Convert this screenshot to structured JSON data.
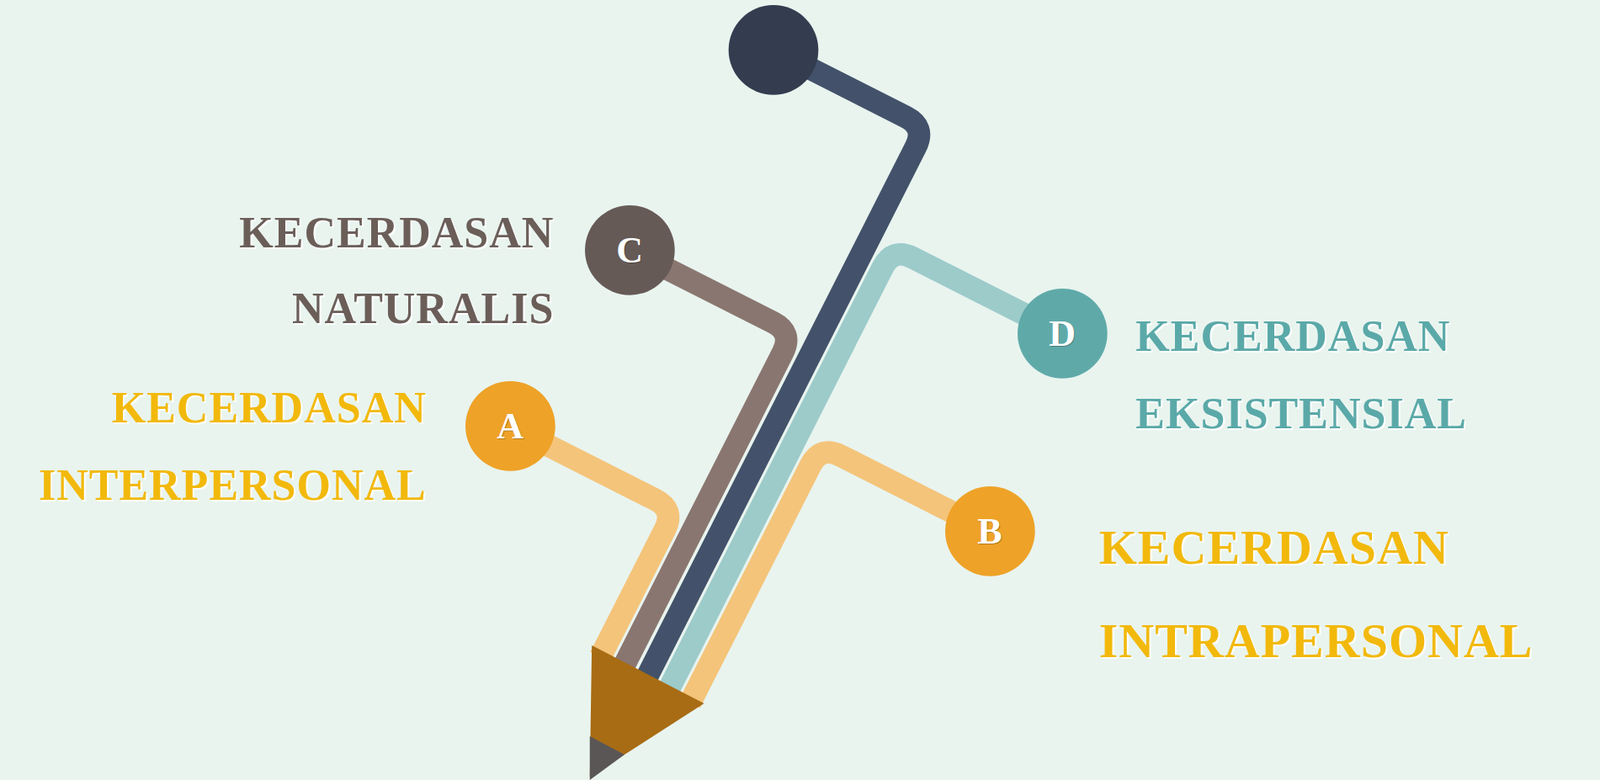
{
  "diagram": {
    "nodes": [
      {
        "text": [
          "C",
          "KECERDASAN NATURALIS"
        ]
      },
      {
        "text": [
          "D",
          "KECERDASAN EKSISTENSIAL"
        ]
      },
      {
        "text": [
          "A",
          "KECERDASAN INTERPERSONAL"
        ]
      },
      {
        "text": [
          "B",
          "KECERDASAN INTRAPERSONAL"
        ]
      }
    ]
  }
}
